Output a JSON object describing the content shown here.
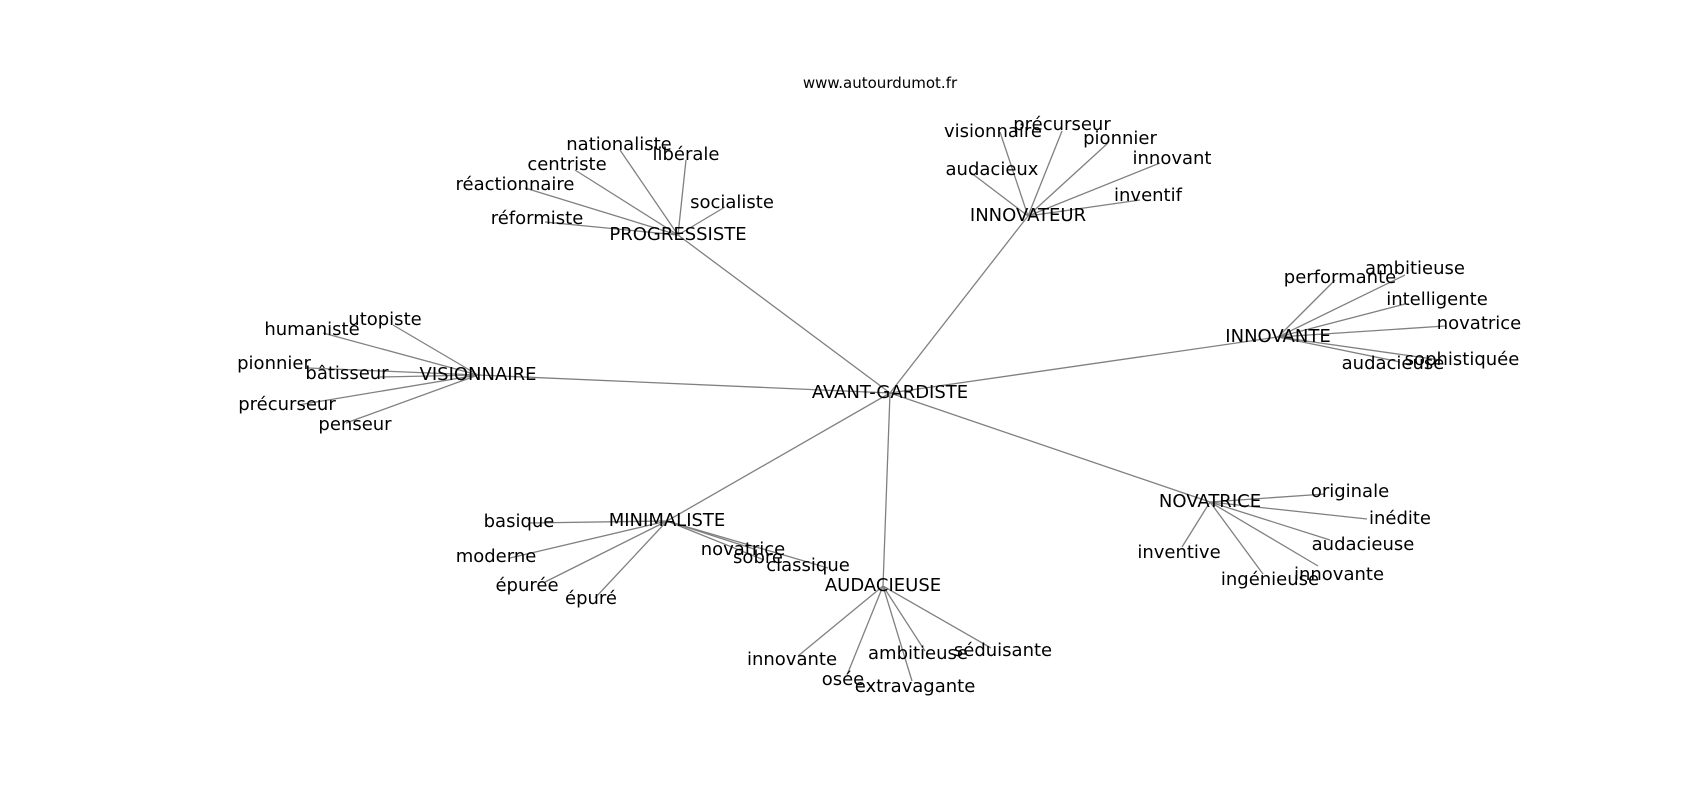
{
  "watermark": "www.autourdumot.fr",
  "center": {
    "id": "AVANT-GARDISTE",
    "label": "AVANT-GARDISTE"
  },
  "colors": {
    "edge": "#808080",
    "text": "#000000",
    "background": "#ffffff"
  },
  "hubs": [
    {
      "id": "PROGRESSISTE",
      "label": "PROGRESSISTE",
      "leaves": [
        "nationaliste",
        "libérale",
        "centriste",
        "réactionnaire",
        "socialiste",
        "réformiste"
      ]
    },
    {
      "id": "INNOVATEUR",
      "label": "INNOVATEUR",
      "leaves": [
        "précurseur",
        "visionnaire",
        "pionnier",
        "innovant",
        "audacieux",
        "inventif"
      ]
    },
    {
      "id": "INNOVANTE",
      "label": "INNOVANTE",
      "leaves": [
        "ambitieuse",
        "performante",
        "intelligente",
        "novatrice",
        "sophistiquée",
        "audacieuse"
      ]
    },
    {
      "id": "VISIONNAIRE",
      "label": "VISIONNAIRE",
      "leaves": [
        "utopiste",
        "humaniste",
        "pionnier",
        "bâtisseur",
        "précurseur",
        "penseur"
      ]
    },
    {
      "id": "NOVATRICE",
      "label": "NOVATRICE",
      "leaves": [
        "originale",
        "inédite",
        "audacieuse",
        "inventive",
        "innovante",
        "ingénieuse"
      ]
    },
    {
      "id": "MINIMALISTE",
      "label": "MINIMALISTE",
      "leaves": [
        "basique",
        "moderne",
        "épurée",
        "épuré",
        "novatrice",
        "sobre",
        "classique"
      ]
    },
    {
      "id": "AUDACIEUSE",
      "label": "AUDACIEUSE",
      "leaves": [
        "innovante",
        "ambitieuse",
        "séduisante",
        "osée",
        "extravagante"
      ]
    }
  ]
}
